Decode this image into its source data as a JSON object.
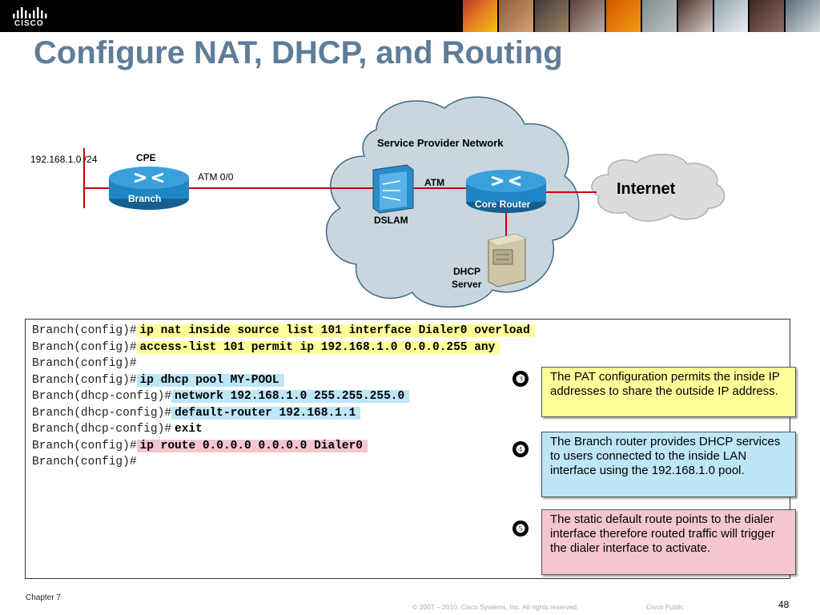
{
  "slide": {
    "title": "Configure NAT, DHCP, and Routing"
  },
  "brand": {
    "logo_text": "CISCO",
    "colors": {
      "title": "#5f7d99",
      "link_line": "#cc0000",
      "router_blue": "#1f86c5"
    }
  },
  "diagram": {
    "lan_subnet": "192.168.1.0 /24",
    "cpe_label": "CPE",
    "branch_label": "Branch",
    "atm_interface": "ATM 0/0",
    "sp_network_label": "Service Provider Network",
    "atm_label": "ATM",
    "dslam_label": "DSLAM",
    "core_router_label": "Core Router",
    "internet_label": "Internet",
    "dhcp_server_line1": "DHCP",
    "dhcp_server_line2": "Server",
    "icons": [
      "router-icon",
      "dslam-icon",
      "server-icon",
      "cloud-icon"
    ]
  },
  "config": {
    "lines": [
      {
        "prompt": "Branch(config)#",
        "command": "ip nat inside source list 101 interface Dialer0 overload"
      },
      {
        "prompt": "Branch(config)#",
        "command": "access-list 101 permit ip 192.168.1.0 0.0.0.255 any"
      },
      {
        "prompt": "Branch(config)#",
        "command": ""
      },
      {
        "prompt": "Branch(config)#",
        "command": "ip dhcp pool MY-POOL"
      },
      {
        "prompt": "Branch(dhcp-config)#",
        "command": "network 192.168.1.0 255.255.255.0"
      },
      {
        "prompt": "Branch(dhcp-config)#",
        "command": "default-router 192.168.1.1"
      },
      {
        "prompt": "Branch(dhcp-config)#",
        "command": "exit"
      },
      {
        "prompt": "Branch(config)#",
        "command": "ip route 0.0.0.0 0.0.0.0 Dialer0"
      },
      {
        "prompt": "Branch(config)#",
        "command": ""
      }
    ]
  },
  "notes": [
    {
      "badge": "❸",
      "text": "The PAT configuration permits the inside IP addresses to share the outside IP address."
    },
    {
      "badge": "❹",
      "text": "The Branch router provides DHCP services to users connected to the inside LAN interface using the 192.168.1.0 pool."
    },
    {
      "badge": "❺",
      "text": "The static default route points to the dialer interface therefore routed traffic will trigger the dialer interface to activate."
    }
  ],
  "footer": {
    "chapter": "Chapter 7",
    "copyright": "© 2007 – 2010, Cisco Systems, Inc. All rights reserved.",
    "classification": "Cisco Public",
    "page": "48"
  }
}
